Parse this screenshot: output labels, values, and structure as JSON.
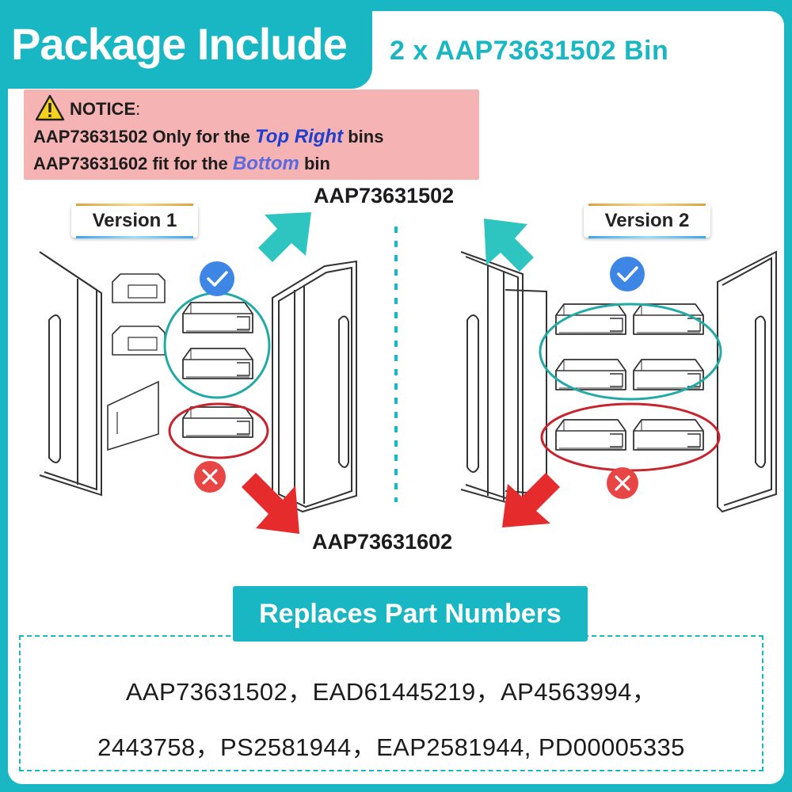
{
  "header": {
    "title": "Package Include",
    "subtitle": "2 x AAP73631502 Bin"
  },
  "notice": {
    "label": "NOTICE",
    "label_suffix": ":",
    "line1_a": "AAP73631502 Only for the ",
    "line1_em": "Top Right",
    "line1_b": " bins",
    "line2_a": "AAP73631602 fit for the ",
    "line2_em": "Bottom",
    "line2_b": " bin"
  },
  "labels": {
    "top_part": "AAP73631502",
    "bottom_part": "AAP73631602"
  },
  "versions": {
    "v1": "Version 1",
    "v2": "Version 2"
  },
  "replaces": {
    "title": "Replaces Part Numbers",
    "line1": "AAP73631502，EAD61445219，AP4563994，",
    "line2": "2443758，PS2581944，EAP2581944, PD00005335"
  },
  "colors": {
    "teal": "#19b6c4",
    "notice_bg": "#f6b3b3",
    "check_blue": "#3d86e6",
    "cross_red": "#e84545",
    "arrow_red": "#e52b2b",
    "ring_red": "#c7242d",
    "ring_teal": "#22aaa6",
    "em_blue": "#1b3fcf",
    "em_violet": "#5b6ae0"
  },
  "icons": {
    "notice": "warning-triangle-icon",
    "fit": "checkmark-icon",
    "not_fit": "cross-icon",
    "top_arrow": "arrow-up-icon",
    "bottom_arrow": "arrow-down-icon"
  }
}
